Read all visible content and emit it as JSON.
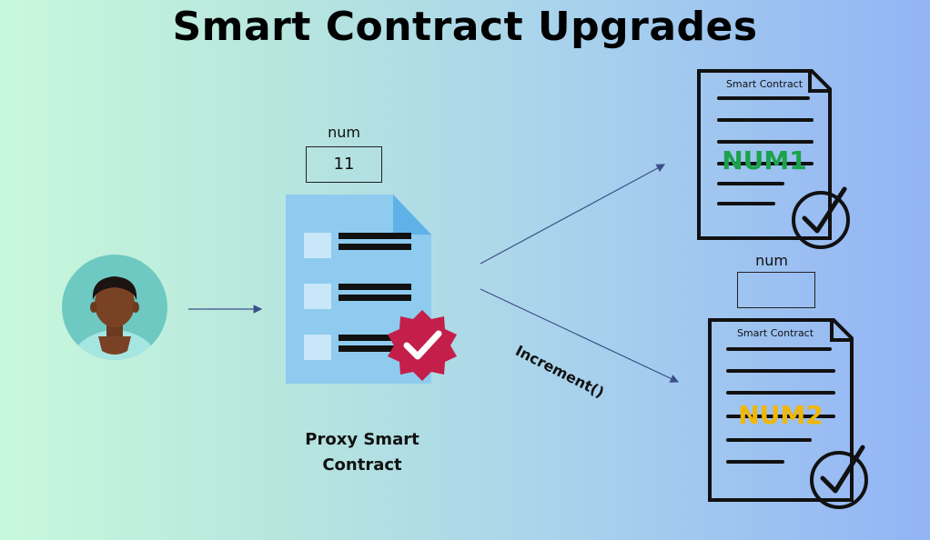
{
  "title": "Smart Contract Upgrades",
  "proxy": {
    "variable_label": "num",
    "variable_value": "11",
    "caption_line1": "Proxy Smart",
    "caption_line2": "Contract"
  },
  "call_label": "Increment()",
  "contract_v1": {
    "header": "Smart Contract",
    "name": "NUM1",
    "name_color": "#1aa34a"
  },
  "contract_v2": {
    "header": "Smart Contract",
    "name": "NUM2",
    "name_color": "#f2b705",
    "variable_label": "num",
    "variable_value": ""
  },
  "colors": {
    "badge": "#c41e4a",
    "proxy_doc": "#8ecbee",
    "avatar_bg": "#6ec9c2",
    "skin": "#7a4225"
  }
}
